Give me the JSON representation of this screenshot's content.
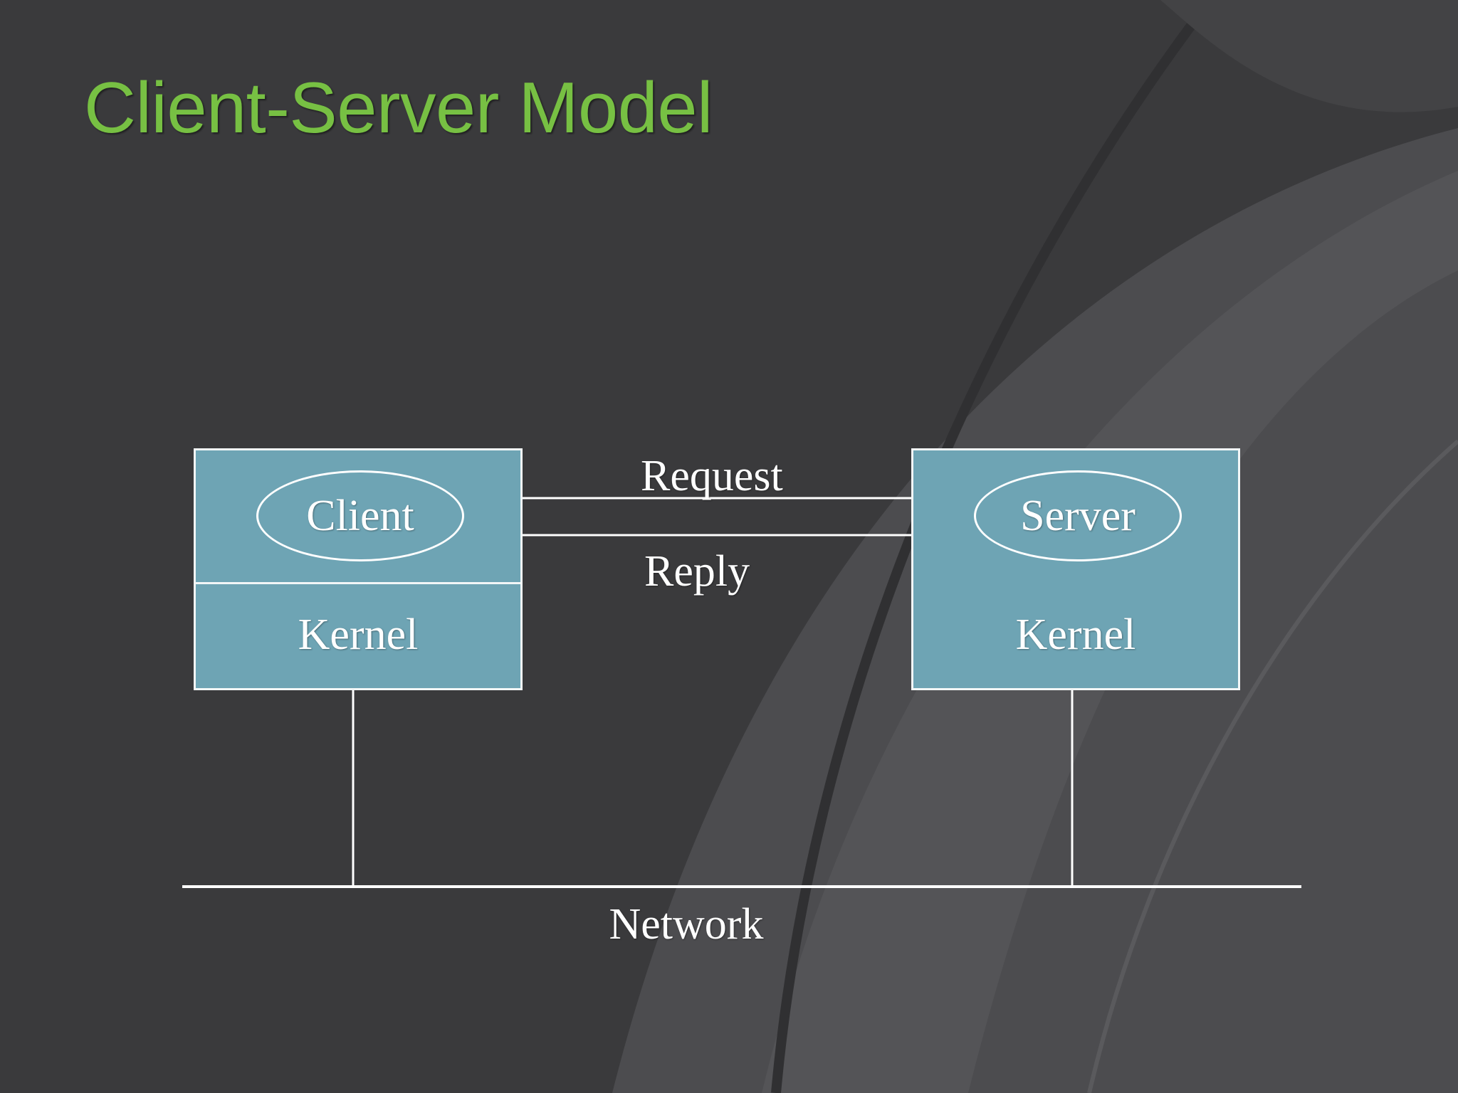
{
  "slide": {
    "title": "Client-Server Model",
    "background_color": "#3a3a3c",
    "title_color": "#77c043"
  },
  "diagram": {
    "type": "client-server-network",
    "node_fill_color": "#6ea4b4",
    "line_color": "#ffffff",
    "client": {
      "process_label": "Client",
      "kernel_label": "Kernel"
    },
    "server": {
      "process_label": "Server",
      "kernel_label": "Kernel"
    },
    "flows": [
      {
        "label": "Request",
        "direction": "client-to-server"
      },
      {
        "label": "Reply",
        "direction": "server-to-client"
      }
    ],
    "network": {
      "label": "Network"
    }
  }
}
